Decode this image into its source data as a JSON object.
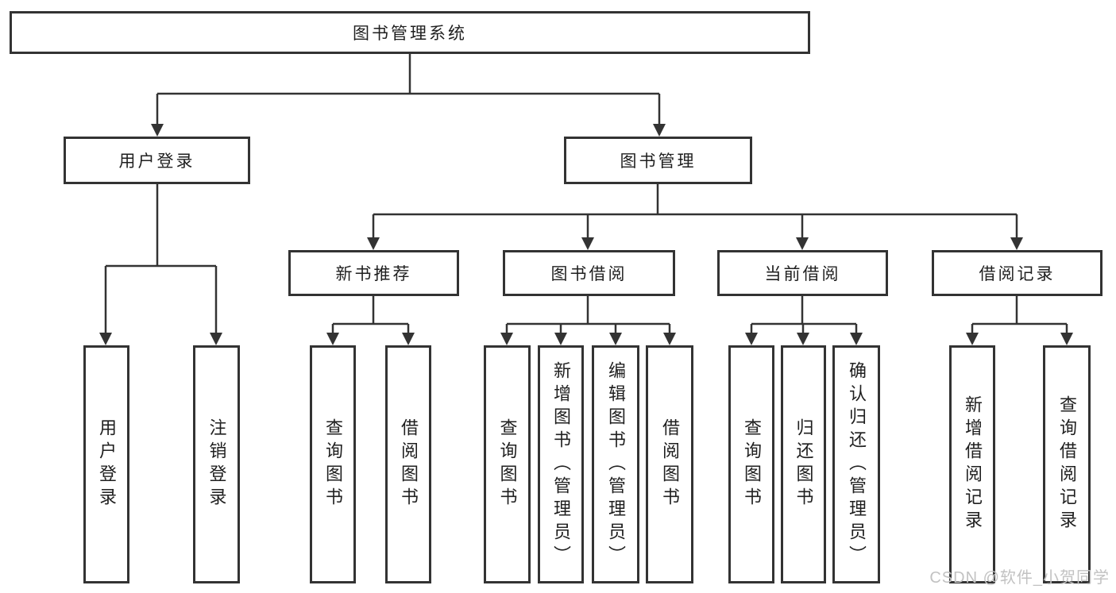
{
  "tree": {
    "root": {
      "label": "图书管理系统"
    },
    "branches": [
      {
        "label": "用户登录",
        "leaves": [
          {
            "label": "用户登录"
          },
          {
            "label": "注销登录"
          }
        ]
      },
      {
        "label": "图书管理",
        "sections": [
          {
            "label": "新书推荐",
            "leaves": [
              {
                "label": "查询图书"
              },
              {
                "label": "借阅图书"
              }
            ]
          },
          {
            "label": "图书借阅",
            "leaves": [
              {
                "label": "查询图书"
              },
              {
                "label": "新增图书（管理员）"
              },
              {
                "label": "编辑图书（管理员）"
              },
              {
                "label": "借阅图书"
              }
            ]
          },
          {
            "label": "当前借阅",
            "leaves": [
              {
                "label": "查询图书"
              },
              {
                "label": "归还图书"
              },
              {
                "label": "确认归还（管理员）"
              }
            ]
          },
          {
            "label": "借阅记录",
            "leaves": [
              {
                "label": "新增借阅记录"
              },
              {
                "label": "查询借阅记录"
              }
            ]
          }
        ]
      }
    ]
  },
  "watermark": {
    "text": "CSDN @软件_小贺同学"
  },
  "colors": {
    "line": "#333333",
    "text": "#1f1f1f",
    "watermark": "#c2c2c2",
    "background": "#ffffff"
  }
}
